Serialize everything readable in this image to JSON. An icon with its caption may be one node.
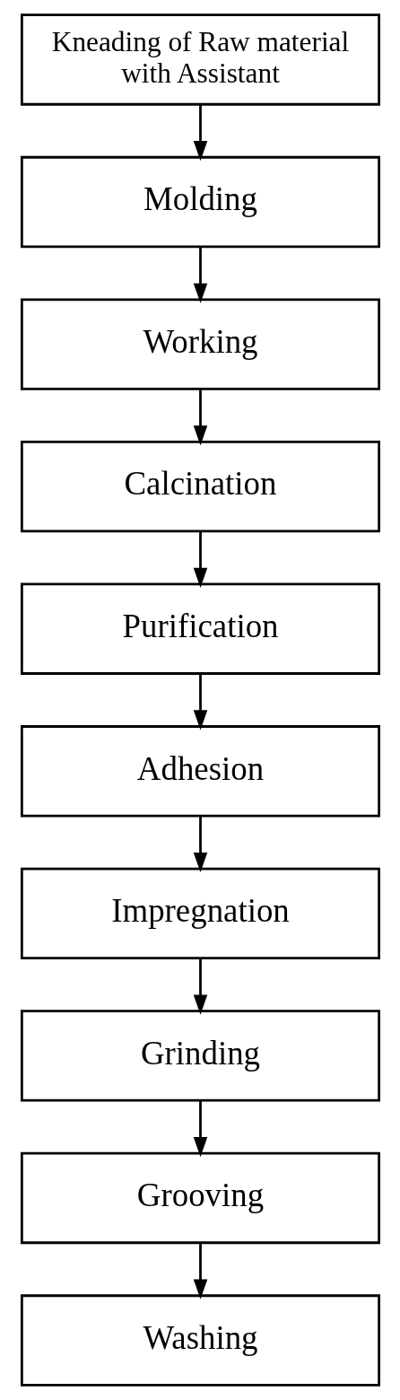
{
  "diagram": {
    "nodes": [
      {
        "text": [
          "Kneading of Raw material with Assistant"
        ]
      },
      {
        "text": [
          "Molding"
        ]
      },
      {
        "text": [
          "Working"
        ]
      },
      {
        "text": [
          "Calcination"
        ]
      },
      {
        "text": [
          "Purification"
        ]
      },
      {
        "text": [
          "Adhesion"
        ]
      },
      {
        "text": [
          "Impregnation"
        ]
      },
      {
        "text": [
          "Grinding"
        ]
      },
      {
        "text": [
          "Grooving"
        ]
      },
      {
        "text": [
          "Washing"
        ]
      }
    ],
    "edges": [
      {
        "from": 0,
        "to": 1,
        "arrow": "to"
      },
      {
        "from": 1,
        "to": 2,
        "arrow": "to"
      },
      {
        "from": 2,
        "to": 3,
        "arrow": "to"
      },
      {
        "from": 3,
        "to": 4,
        "arrow": "to"
      },
      {
        "from": 4,
        "to": 5,
        "arrow": "to"
      },
      {
        "from": 5,
        "to": 6,
        "arrow": "to"
      },
      {
        "from": 6,
        "to": 7,
        "arrow": "to"
      },
      {
        "from": 7,
        "to": 8,
        "arrow": "to"
      },
      {
        "from": 8,
        "to": 9,
        "arrow": "to"
      }
    ]
  }
}
